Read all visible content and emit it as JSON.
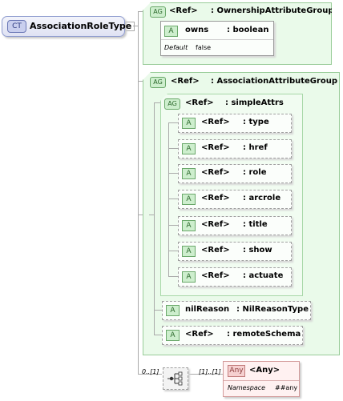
{
  "root": {
    "badge": "CT",
    "name": "AssociationRoleType"
  },
  "ownership_group": {
    "badge": "AG",
    "ref": "<Ref>",
    "name": ": OwnershipAttributeGroup",
    "attribute": {
      "badge": "A",
      "name": "owns",
      "type": ": boolean",
      "default_label": "Default",
      "default_value": "false"
    }
  },
  "association_group": {
    "badge": "AG",
    "ref": "<Ref>",
    "name": ": AssociationAttributeGroup",
    "simple": {
      "badge": "AG",
      "ref": "<Ref>",
      "name": ": simpleAttrs",
      "attributes": [
        {
          "badge": "A",
          "ref": "<Ref>",
          "name": ": type"
        },
        {
          "badge": "A",
          "ref": "<Ref>",
          "name": ": href"
        },
        {
          "badge": "A",
          "ref": "<Ref>",
          "name": ": role"
        },
        {
          "badge": "A",
          "ref": "<Ref>",
          "name": ": arcrole"
        },
        {
          "badge": "A",
          "ref": "<Ref>",
          "name": ": title"
        },
        {
          "badge": "A",
          "ref": "<Ref>",
          "name": ": show"
        },
        {
          "badge": "A",
          "ref": "<Ref>",
          "name": ": actuate"
        }
      ]
    },
    "nil_reason": {
      "badge": "A",
      "name": "nilReason",
      "type": ": NilReasonType"
    },
    "remote_schema": {
      "badge": "A",
      "ref": "<Ref>",
      "name": ": remoteSchema"
    }
  },
  "sequence": {
    "min_label": "0..[1]",
    "max_label": "[1]..[1]"
  },
  "any": {
    "badge": "Any",
    "name": "<Any>",
    "ns_label": "Namespace",
    "ns_value": "##any"
  }
}
